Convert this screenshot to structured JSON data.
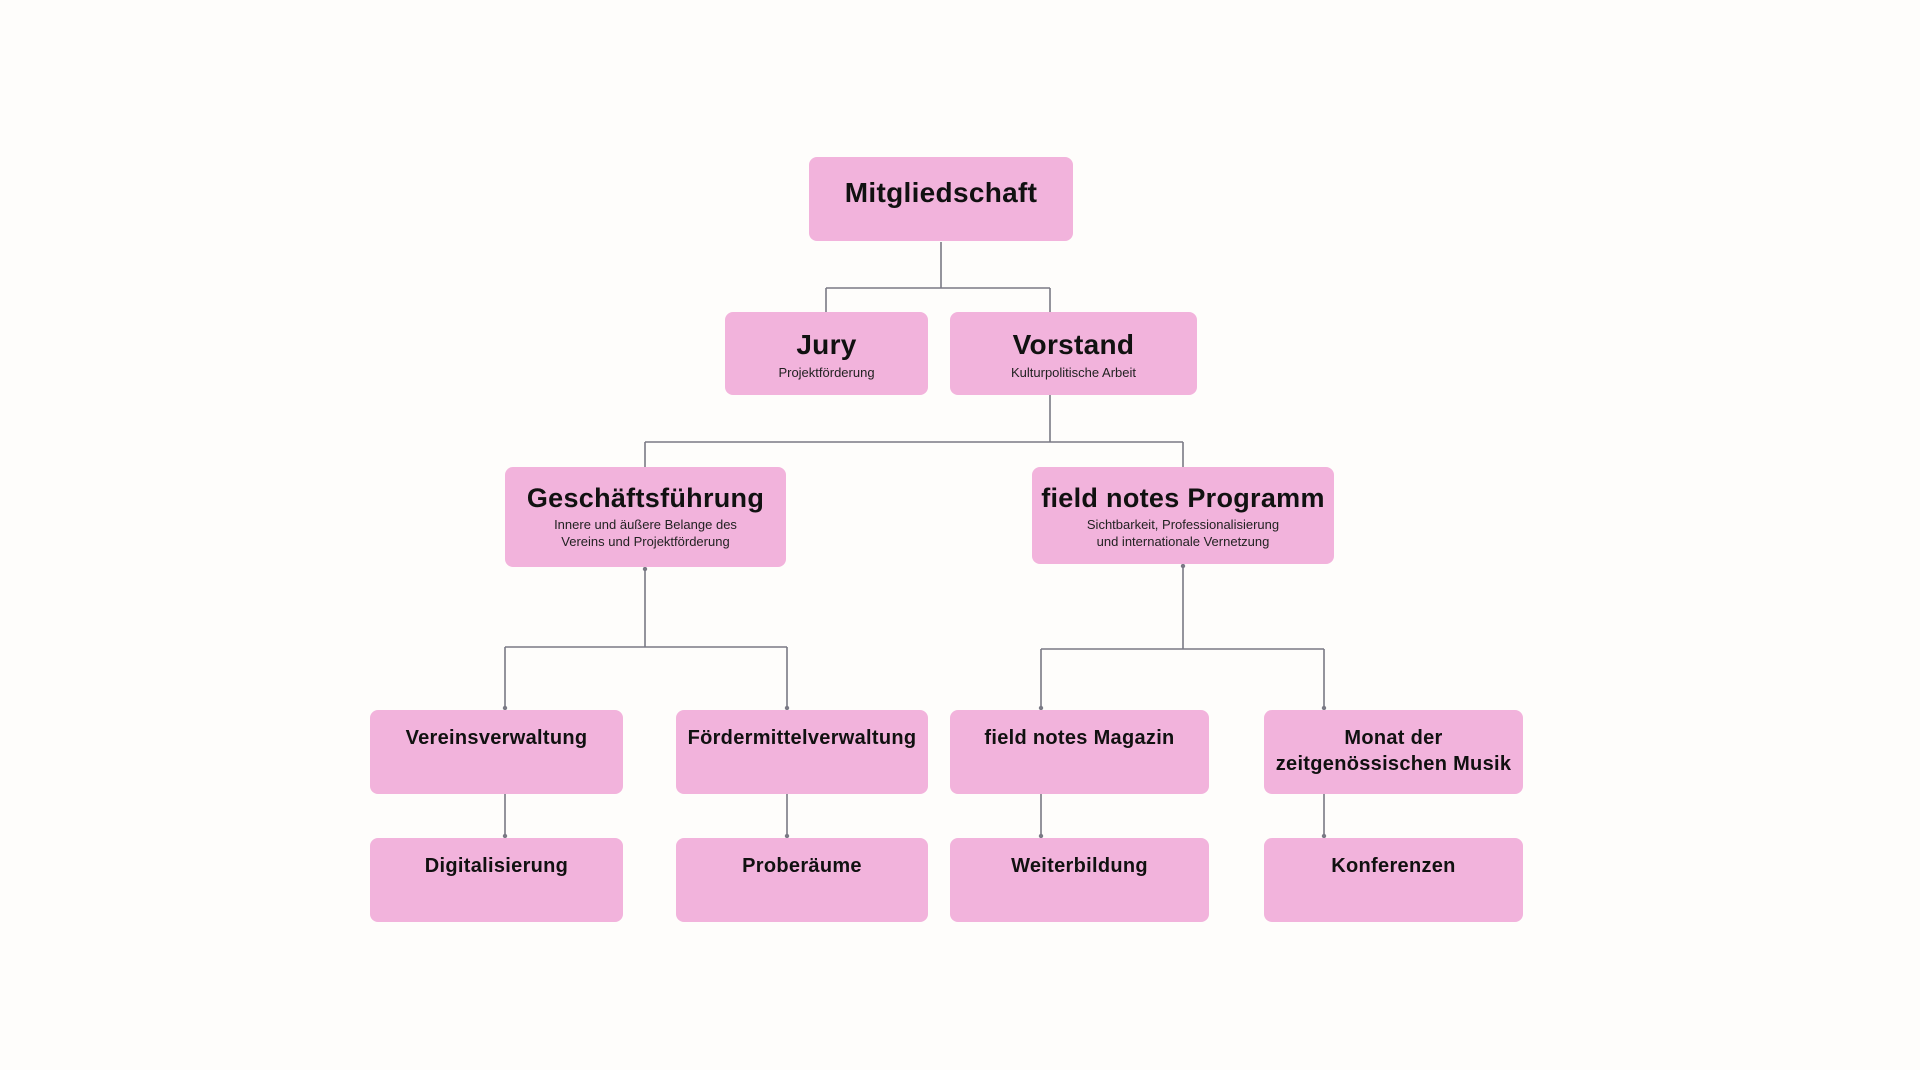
{
  "colors": {
    "background": "#fefdfb",
    "node_fill": "#f2b3dc",
    "connector": "#7a7a85",
    "text": "#111111"
  },
  "org_chart": {
    "root": {
      "title": "Mitgliedschaft"
    },
    "level1": [
      {
        "title": "Jury",
        "subtitle": "Projektförderung"
      },
      {
        "title": "Vorstand",
        "subtitle": "Kulturpolitische Arbeit"
      }
    ],
    "level2": [
      {
        "title": "Geschäftsführung",
        "subtitle": "Innere und äußere Belange des\nVereins und Projektförderung"
      },
      {
        "title": "field notes Programm",
        "subtitle": "Sichtbarkeit, Professionalisierung\nund internationale Vernetzung"
      }
    ],
    "level3": [
      {
        "title": "Vereinsverwaltung"
      },
      {
        "title": "Fördermittelverwaltung"
      },
      {
        "title": "field notes Magazin"
      },
      {
        "title": "Monat der\nzeitgenössischen Musik"
      }
    ],
    "level4": [
      {
        "title": "Digitalisierung"
      },
      {
        "title": "Proberäume"
      },
      {
        "title": "Weiterbildung"
      },
      {
        "title": "Konferenzen"
      }
    ]
  }
}
